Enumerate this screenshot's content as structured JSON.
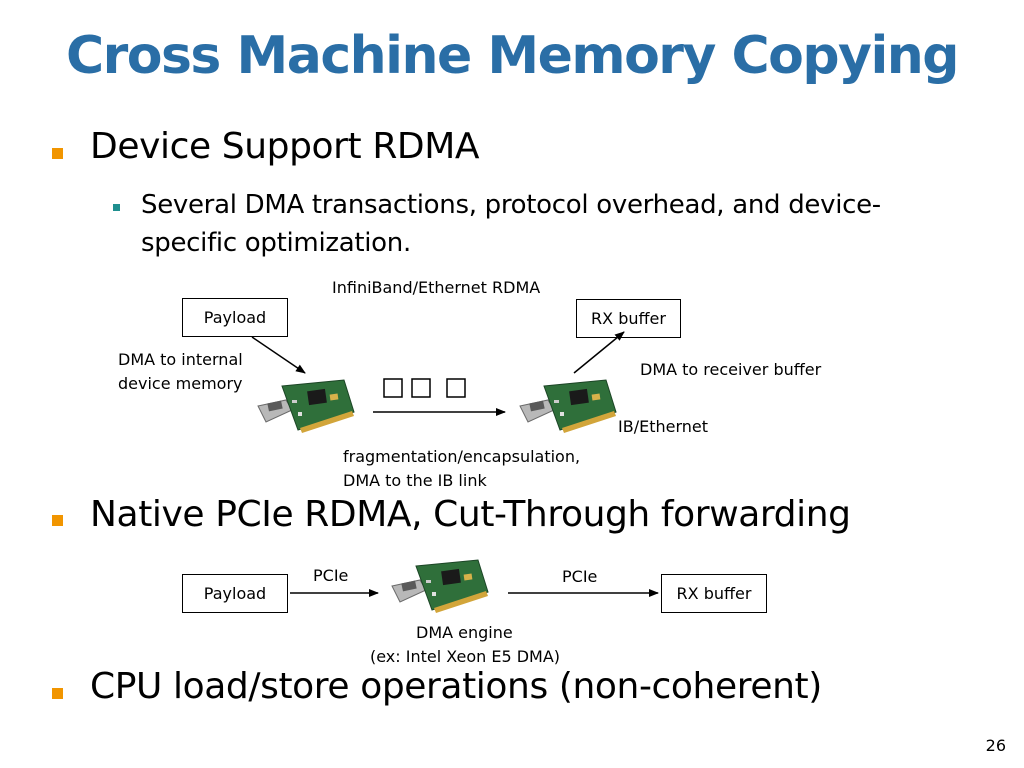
{
  "slide": {
    "title": "Cross Machine Memory Copying",
    "page_number": "26",
    "bullets": {
      "device_rdma": "Device Support RDMA",
      "device_rdma_sub": "Several DMA transactions, protocol overhead, and device-specific optimization.",
      "native_pcie": "Native PCIe RDMA, Cut-Through forwarding",
      "cpu_loadstore": "CPU load/store operations (non-coherent)"
    }
  },
  "diagram_top": {
    "header_label": "InfiniBand/Ethernet RDMA",
    "payload": "Payload",
    "rx_buffer": "RX buffer",
    "dma_internal_line1": "DMA to internal",
    "dma_internal_line2": "device memory",
    "dma_receiver": "DMA to receiver buffer",
    "ib_ethernet": "IB/Ethernet",
    "frag_line1": "fragmentation/encapsulation,",
    "frag_line2": "DMA to the IB link",
    "nic_icon": "network-card-icon"
  },
  "diagram_bottom": {
    "payload": "Payload",
    "rx_buffer": "RX buffer",
    "pcie_left": "PCIe",
    "pcie_right": "PCIe",
    "dma_engine_line1": "DMA engine",
    "dma_engine_line2": "(ex: Intel Xeon E5 DMA)",
    "nic_icon": "network-card-icon"
  }
}
